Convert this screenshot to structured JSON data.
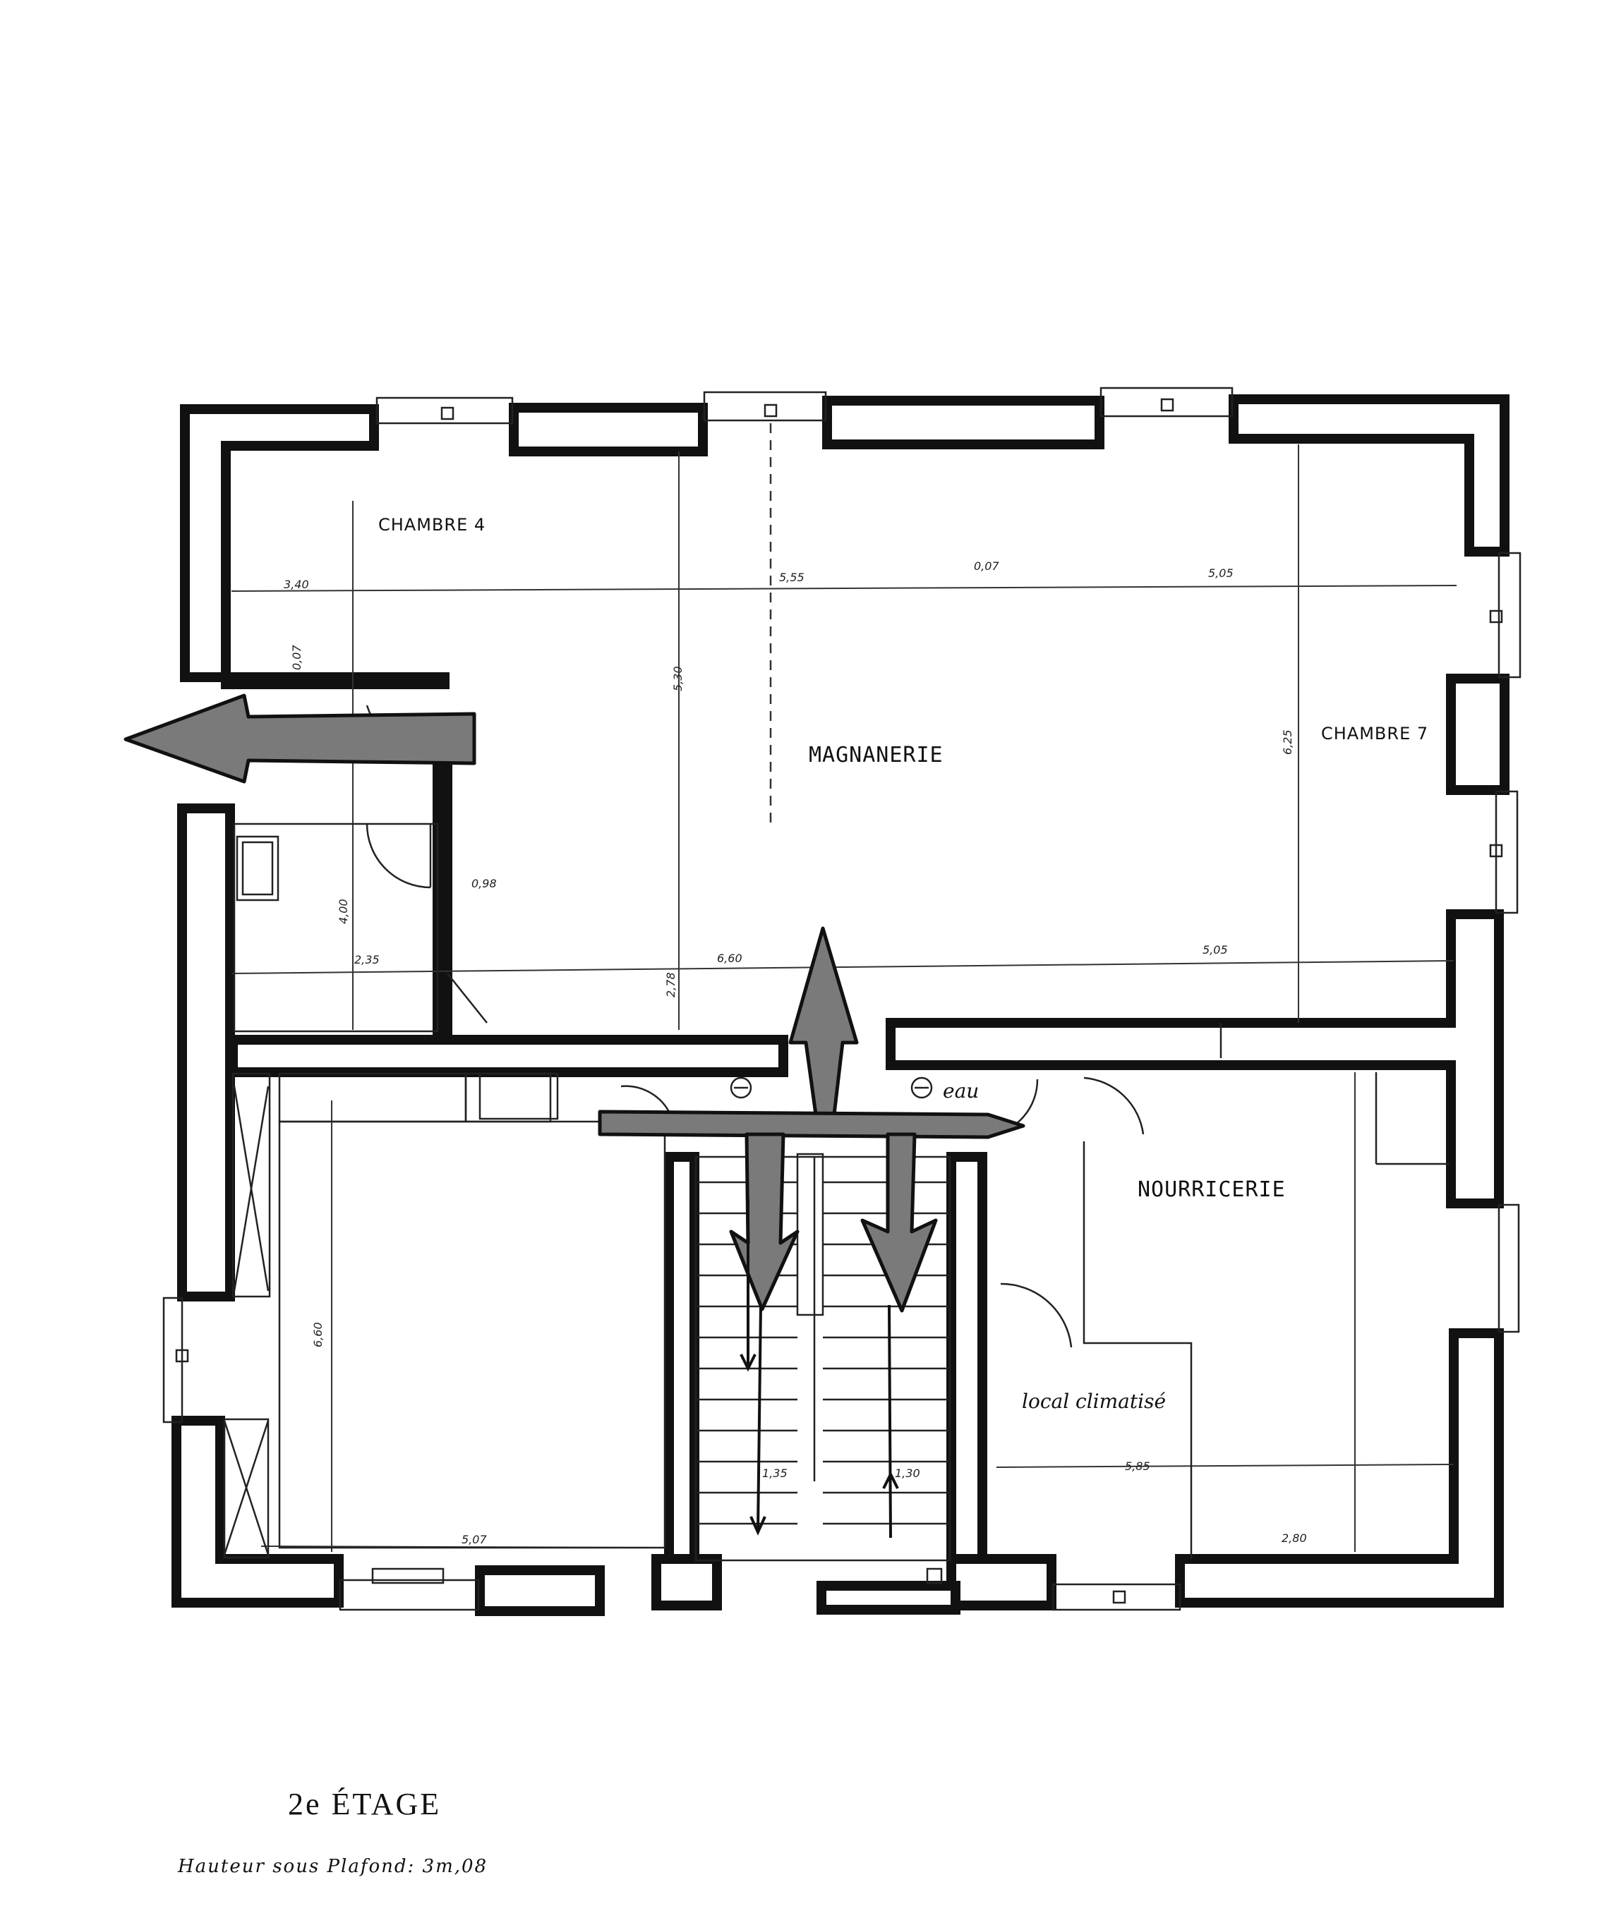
{
  "rooms": {
    "chambre4": "CHAMBRE 4",
    "magnanerie": "MAGNANERIE",
    "chambre7": "CHAMBRE 7",
    "nourricerie": "NOURRICERIE",
    "local": "local climatisé",
    "eau": "eau"
  },
  "dimensions": {
    "d340": "3,40",
    "d555": "5,55",
    "d007": "0,07",
    "d505a": "5,05",
    "d007b": "0,07",
    "d530": "5,30",
    "d625": "6,25",
    "d098": "0,98",
    "d400": "4,00",
    "d235": "2,35",
    "d660": "6,60",
    "d505b": "5,05",
    "d278": "2,78",
    "d660b": "6,60",
    "d585": "5,85",
    "d135a": "1,35",
    "d130": "1,30",
    "d507": "5,07",
    "d280": "2,80"
  },
  "caption": {
    "level": "2e ÉTAGE",
    "height": "Hauteur sous Plafond: 3m,08"
  }
}
